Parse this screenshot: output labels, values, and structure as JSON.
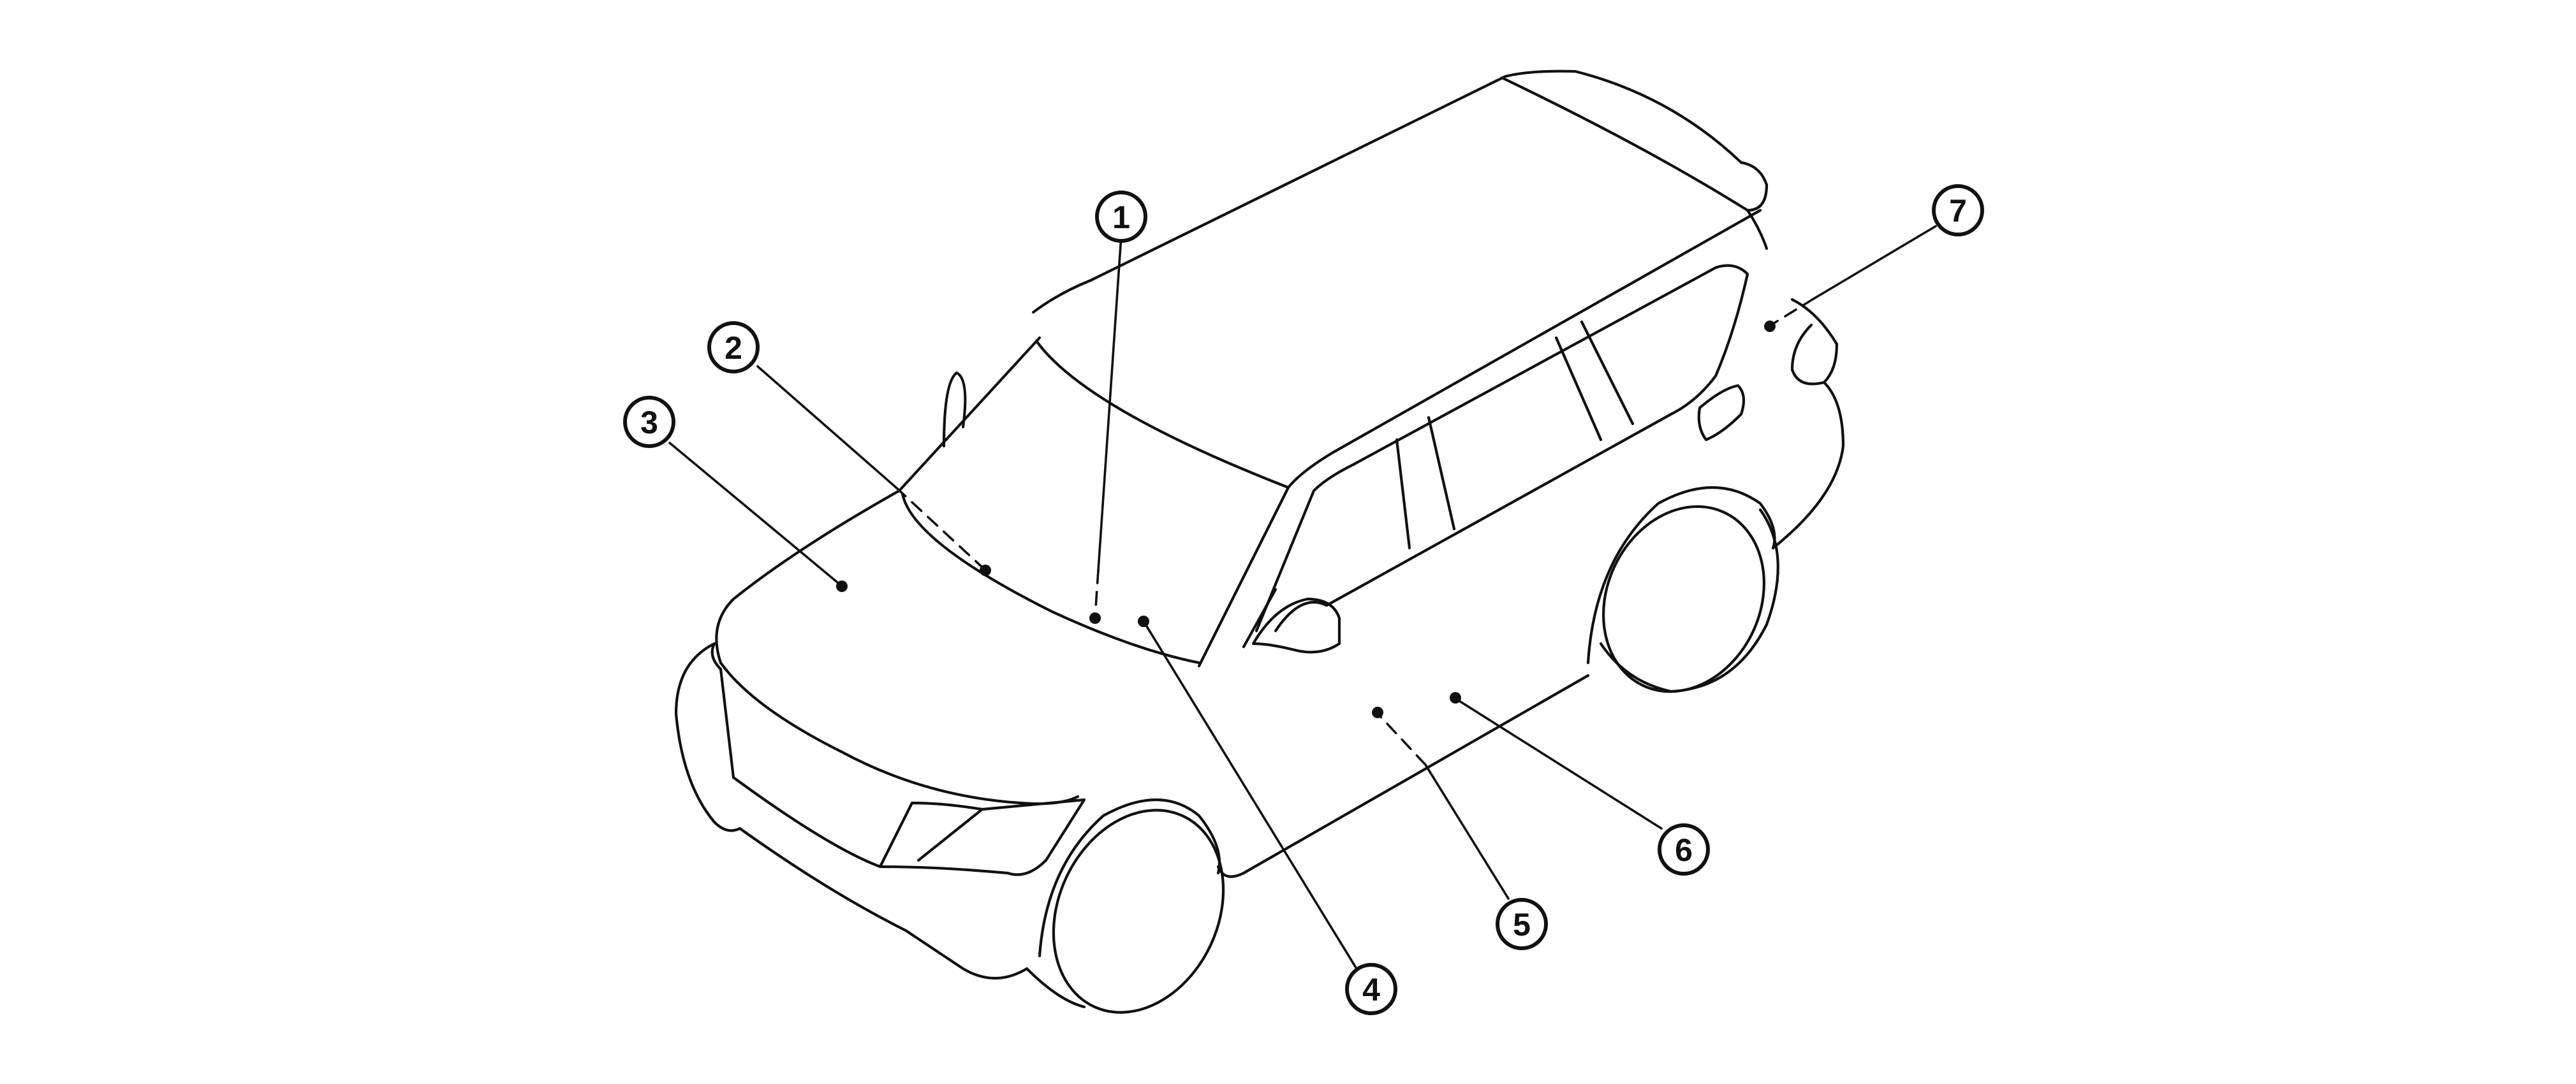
{
  "diagram": {
    "callouts": [
      {
        "id": 1,
        "label": "1",
        "leader": "solid-then-dashed"
      },
      {
        "id": 2,
        "label": "2",
        "leader": "solid-then-dashed"
      },
      {
        "id": 3,
        "label": "3",
        "leader": "solid"
      },
      {
        "id": 4,
        "label": "4",
        "leader": "solid"
      },
      {
        "id": 5,
        "label": "5",
        "leader": "solid-then-dashed"
      },
      {
        "id": 6,
        "label": "6",
        "leader": "solid"
      },
      {
        "id": 7,
        "label": "7",
        "leader": "solid-then-dashed"
      }
    ],
    "colors": {
      "line": "#111111",
      "background": "#ffffff"
    }
  }
}
